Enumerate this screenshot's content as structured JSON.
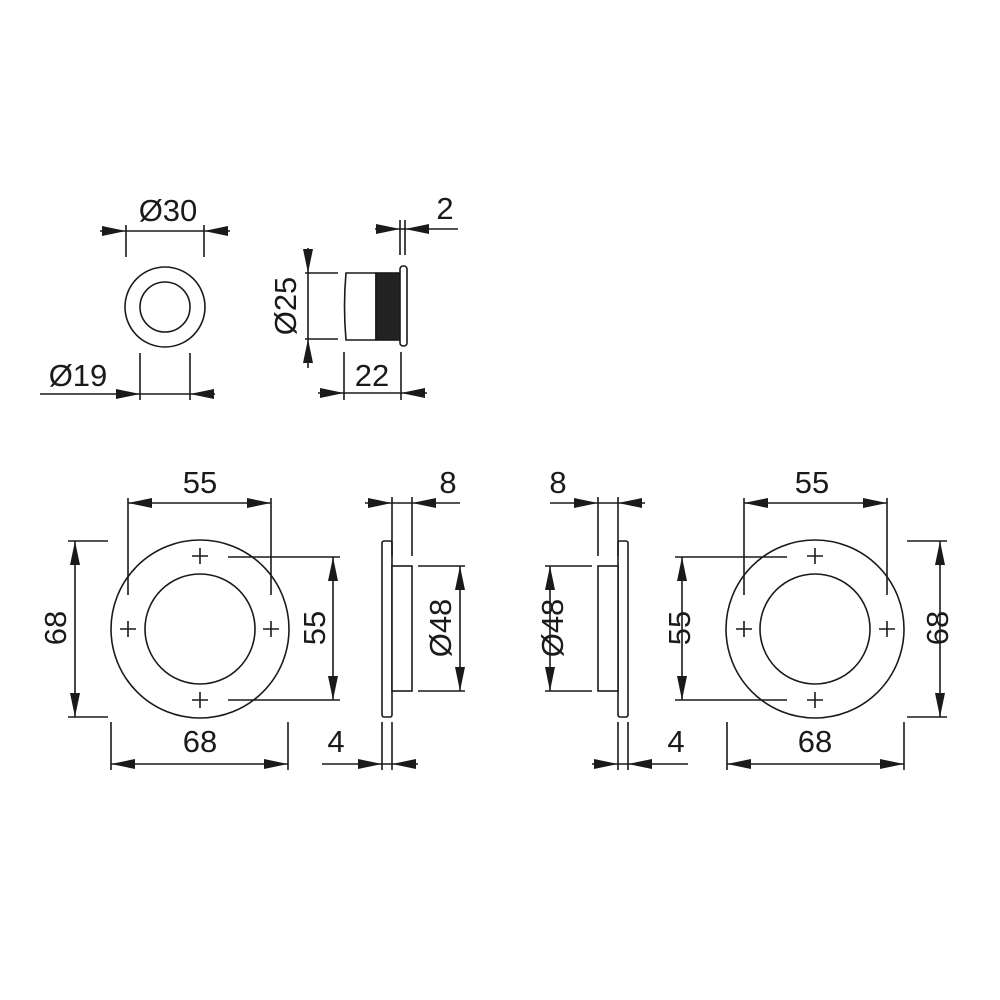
{
  "knob_front": {
    "outer_dia": "Ø30",
    "inner_dia": "Ø19"
  },
  "knob_side": {
    "dia": "Ø25",
    "length": "22",
    "flange": "2"
  },
  "rose_left": {
    "hole_spacing_h": "55",
    "height": "68",
    "hole_spacing_v": "55",
    "width": "68",
    "boss_depth": "8",
    "boss_dia": "Ø48",
    "plate_thickness": "4"
  },
  "rose_right": {
    "hole_spacing_h": "55",
    "height": "68",
    "hole_spacing_v": "55",
    "width": "68",
    "boss_depth": "8",
    "boss_dia": "Ø48",
    "plate_thickness": "4"
  },
  "colors": {
    "line": "#1a1a1a",
    "fill_dark": "#222222"
  }
}
